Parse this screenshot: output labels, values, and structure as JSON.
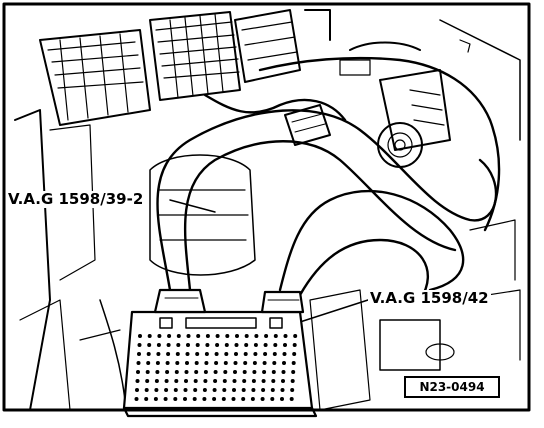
{
  "diagram": {
    "label_adapter_left": "V.A.G 1598/39-2",
    "label_adapter_right": "V.A.G 1598/42",
    "figure_code": "N23-0494"
  },
  "colors": {
    "ink": "#000000",
    "paper": "#ffffff"
  }
}
